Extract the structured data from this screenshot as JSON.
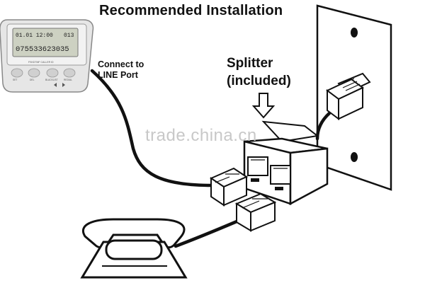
{
  "diagram": {
    "title": "Recommended Installation",
    "connect_line1": "Connect to",
    "connect_line2": "LINE Port",
    "splitter_line1": "Splitter",
    "splitter_line2": "(included)",
    "watermark": "trade.china.cn"
  },
  "device": {
    "lcd_line1": "01.01 12:00",
    "lcd_small": "013",
    "lcd_line2": "075533623035",
    "brand": "FSKDTMF CALLER ID",
    "buttons": [
      "SET",
      "DEL",
      "BLACKLIST",
      "REDIAL"
    ]
  },
  "colors": {
    "outline": "#111111",
    "device_body": "#e6e6e6",
    "lcd": "#cdd1c2",
    "watermark": "#c8c8c8"
  },
  "icons": [
    "caller-id-device-icon",
    "telephone-icon",
    "wall-jack-icon",
    "splitter-icon",
    "rj11-plug-icon",
    "arrow-down-icon"
  ]
}
